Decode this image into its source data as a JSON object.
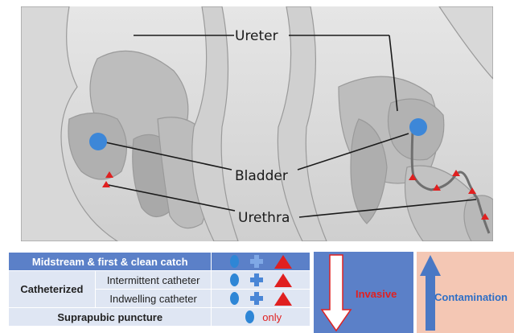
{
  "labels": {
    "ureter": "Ureter",
    "bladder": "Bladder",
    "urethra": "Urethra"
  },
  "table": {
    "row1": "Midstream & first & clean catch",
    "catheterized": "Catheterized",
    "intermittent": "Intermittent catheter",
    "indwelling": "Indwelling catheter",
    "suprapubic": "Suprapubic puncture",
    "only": "only"
  },
  "arrows": {
    "invasive": "Invasive",
    "contamination": "Contamination"
  },
  "colors": {
    "table_header": "#5b80c8",
    "table_light": "#dfe6f3",
    "circle": "#2e86d6",
    "triangle": "#e02020",
    "contamination_box": "#f4c7b4"
  }
}
